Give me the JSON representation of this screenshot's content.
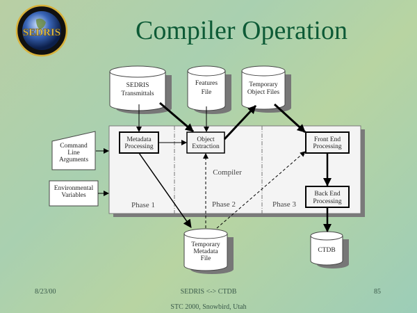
{
  "slide": {
    "title": "Compiler Operation",
    "logo_text": "SEDRIS",
    "colors": {
      "title": "#0d5a36",
      "box_fill": "#ffffff",
      "compiler_fill": "#f4f4f4",
      "line": "#000000"
    }
  },
  "diagram": {
    "stores": {
      "sedris": [
        "SEDRIS",
        "Transmittals"
      ],
      "features": [
        "Features",
        "File"
      ],
      "temp_object": [
        "Temporary",
        "Object Files"
      ],
      "temp_metadata": [
        "Temporary",
        "Metadata",
        "File"
      ],
      "ctdb": [
        "CTDB"
      ]
    },
    "inputs": {
      "command_line": [
        "Command",
        "Line",
        "Arguments"
      ],
      "env_vars": [
        "Environmental",
        "Variables"
      ]
    },
    "processes": {
      "metadata": [
        "Metadata",
        "Processing"
      ],
      "object_extraction": [
        "Object",
        "Extraction"
      ],
      "front_end": [
        "Front End",
        "Processing"
      ],
      "back_end": [
        "Back End",
        "Processing"
      ]
    },
    "compiler_label": "Compiler",
    "phases": [
      "Phase 1",
      "Phase 2",
      "Phase 3"
    ]
  },
  "footer": {
    "date": "8/23/00",
    "center": "SEDRIS <-> CTDB",
    "page": "85",
    "event": "STC 2000, Snowbird, Utah"
  }
}
